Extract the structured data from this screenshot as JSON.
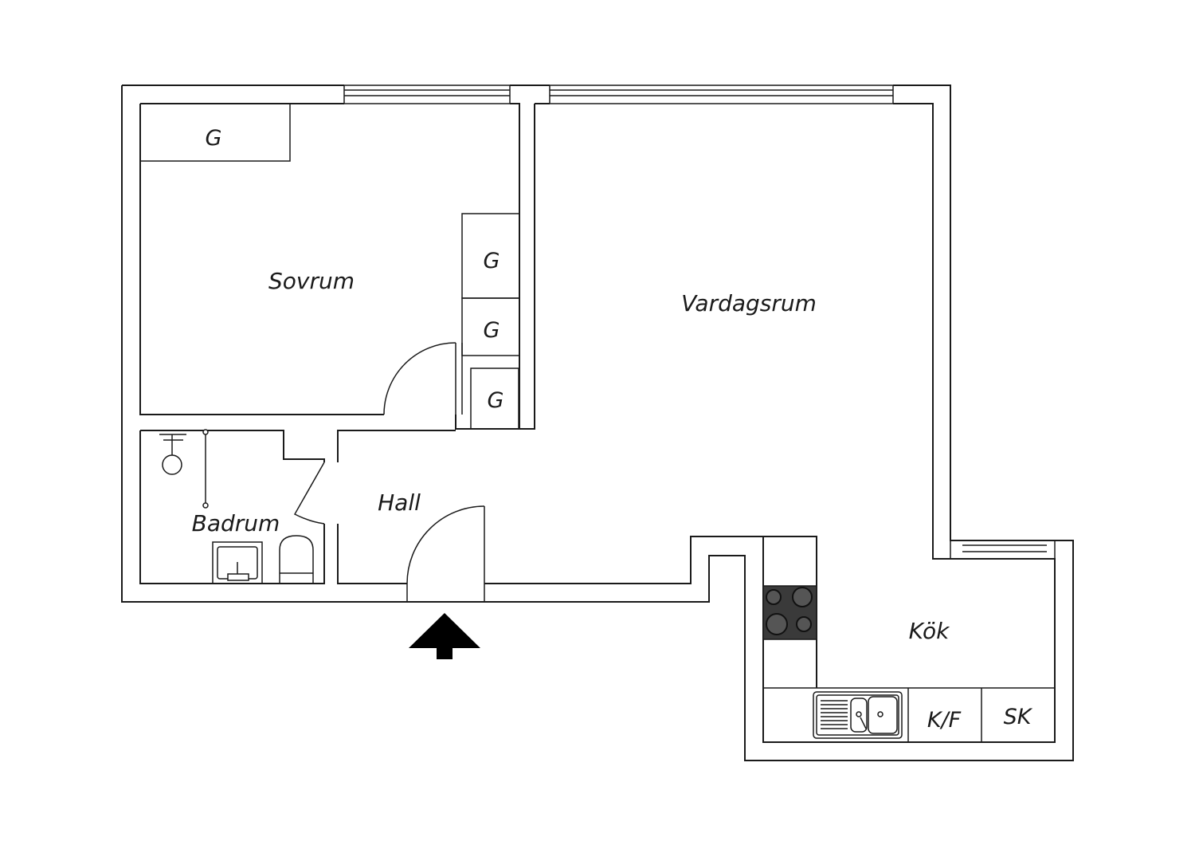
{
  "rooms": {
    "sovrum": "Sovrum",
    "vardagsrum": "Vardagsrum",
    "hall": "Hall",
    "badrum": "Badrum",
    "kok": "Kök"
  },
  "closets": {
    "g1": "G",
    "g2": "G",
    "g3": "G",
    "g4": "G"
  },
  "kitchen": {
    "fridge_freezer": "K/F",
    "cabinet": "SK"
  },
  "icons": {
    "entrance": "entrance-arrow-icon",
    "stove": "stove-icon",
    "sink": "sink-icon",
    "toilet": "toilet-icon",
    "shower": "shower-icon"
  }
}
